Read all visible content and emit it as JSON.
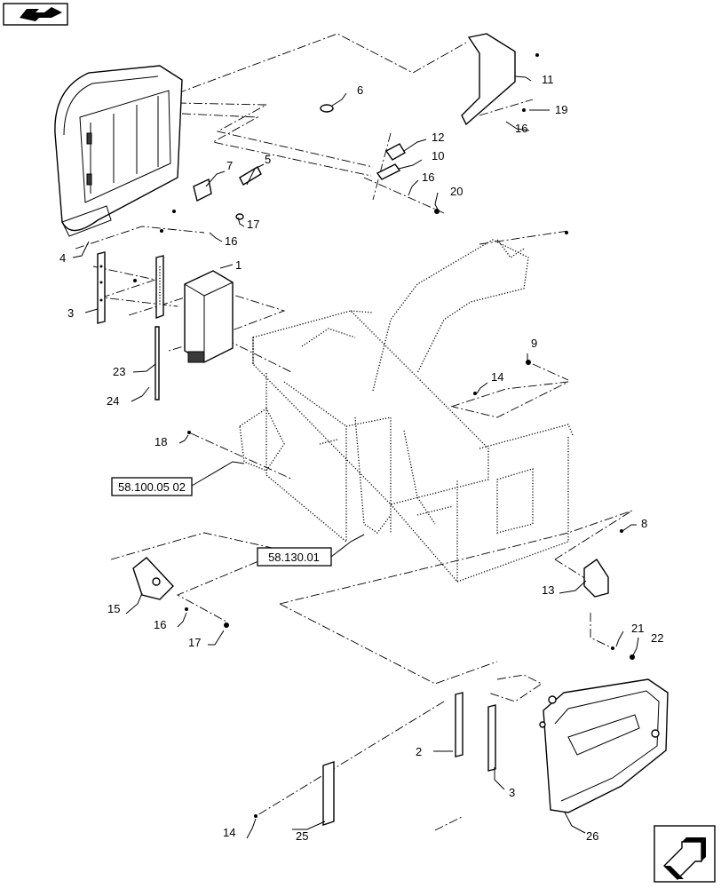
{
  "callouts": [
    {
      "id": "c1",
      "text": "1"
    },
    {
      "id": "c2",
      "text": "2"
    },
    {
      "id": "c3a",
      "text": "3"
    },
    {
      "id": "c3b",
      "text": "3"
    },
    {
      "id": "c4",
      "text": "4"
    },
    {
      "id": "c5",
      "text": "5"
    },
    {
      "id": "c6",
      "text": "6"
    },
    {
      "id": "c7",
      "text": "7"
    },
    {
      "id": "c8",
      "text": "8"
    },
    {
      "id": "c9",
      "text": "9"
    },
    {
      "id": "c10",
      "text": "10"
    },
    {
      "id": "c11",
      "text": "11"
    },
    {
      "id": "c12",
      "text": "12"
    },
    {
      "id": "c13",
      "text": "13"
    },
    {
      "id": "c14a",
      "text": "14"
    },
    {
      "id": "c14b",
      "text": "14"
    },
    {
      "id": "c15",
      "text": "15"
    },
    {
      "id": "c16a",
      "text": "16"
    },
    {
      "id": "c16b",
      "text": "16"
    },
    {
      "id": "c16c",
      "text": "16"
    },
    {
      "id": "c16d",
      "text": "16"
    },
    {
      "id": "c17a",
      "text": "17"
    },
    {
      "id": "c17b",
      "text": "17"
    },
    {
      "id": "c18",
      "text": "18"
    },
    {
      "id": "c19",
      "text": "19"
    },
    {
      "id": "c20",
      "text": "20"
    },
    {
      "id": "c21",
      "text": "21"
    },
    {
      "id": "c22",
      "text": "22"
    },
    {
      "id": "c23",
      "text": "23"
    },
    {
      "id": "c24",
      "text": "24"
    },
    {
      "id": "c25",
      "text": "25"
    },
    {
      "id": "c26",
      "text": "26"
    }
  ],
  "references": {
    "ref1": "58.100.05 02",
    "ref2": "58.130.01"
  },
  "icons": {
    "top_left": "book-arrow-icon",
    "bottom_right": "next-page-arrow-icon"
  }
}
